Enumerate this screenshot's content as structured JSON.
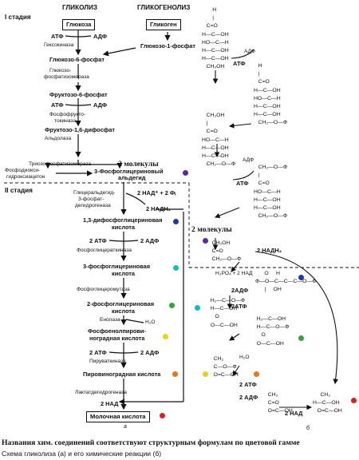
{
  "headers": {
    "glycolysis": "ГЛИКОЛИЗ",
    "glycogenolysis": "ГЛИКОГЕНОЛИЗ",
    "stage1": "I стадия",
    "stage2": "II стадия"
  },
  "left_steps": {
    "glucose": "Глюкоза",
    "glycogen": "Гликоген",
    "atp1": "АТФ",
    "adp1": "АДФ",
    "hexokinase": "Гексокиназа",
    "g1p": "Глюкозо-1-фосфат",
    "g6p": "Глюкозо-6-фосфат",
    "gpi_1": "Глюкозо-",
    "gpi_2": "фосфатизомераза",
    "f6p": "Фруктозо-6-фосфат",
    "atp2": "АТФ",
    "adp2": "АДФ",
    "pfk_1": "Фосфофрукто-",
    "pfk_2": "токиназа",
    "f16bp": "Фруктозо-1,6-дифосфат",
    "aldolase": "Альдолаза",
    "tpi": "Триозофосфатизомераза",
    "two_mol_1": "2 молекулы",
    "g3p": "3-Фосфоглицериновый",
    "g3p_2": "альдегид",
    "dhap_1": "Фосфодиокси-",
    "dhap_2": "гидроксиацетон",
    "gapdh_1": "Глицеральдегид-",
    "gapdh_2": "3-фосфат-",
    "gapdh_3": "дегидрогеназа",
    "nad_in": "2 НАД⁺ + 2 Фᵢ",
    "nadh_out": "2 НАДН₂",
    "bpg_1": "1,3-дифосфоглицериновая",
    "bpg_2": "кислота",
    "atp3": "2 АТФ",
    "adp3": "2 АДФ",
    "pgk": "Фосфоглицераткиназа",
    "pg3_1": "3-фосфоглицериновая",
    "pg3_2": "кислота",
    "pgm": "Фосфоглицеромутаза",
    "pg2_1": "2-фосфоглицериновая",
    "pg2_2": "кислота",
    "enolase": "Енолаза",
    "h2o": "H₂O",
    "pep_1": "Фосфоенолпирови-",
    "pep_2": "ноградная кислота",
    "atp4": "2 АТФ",
    "adp4": "2 АДФ",
    "pk": "Пируваткиназа",
    "pyruvate": "Пировиноградная кислота",
    "ldh": "Лактатдегидрогеназа",
    "nad_end": "2 НАД",
    "lactate": "Молочная кислота",
    "label_a": "а"
  },
  "right_labels": {
    "adp_r1": "АДФ",
    "atp_r1": "АТФ",
    "adp_r2": "АДФ",
    "atp_r2": "АТФ",
    "two_mol_2": "2 молекулы",
    "nadh_r": "2 НАДН₂",
    "pi_nad": "H₃PO₄ + 2 НАД",
    "atp_r3": "2АТФ",
    "adp_r3": "2АДФ",
    "h2o_r": "H₂O",
    "atp_r4": "2 АТФ",
    "adp_r4": "2 АДФ",
    "nad_r": "2 НАД",
    "label_b": "б"
  },
  "colors": {
    "purple": "#5b2a9e",
    "blue": "#1f3aa8",
    "cyan": "#19b8c6",
    "green": "#3aa040",
    "yellow": "#e6d21a",
    "orange": "#e07a1a",
    "red": "#d6202a"
  },
  "caption": {
    "line1": "Названия хим. соединений соответствуют структурным формулам по цветовой гамме",
    "line2": "Схема гликолиза (а) и его химические реакции (б)"
  }
}
